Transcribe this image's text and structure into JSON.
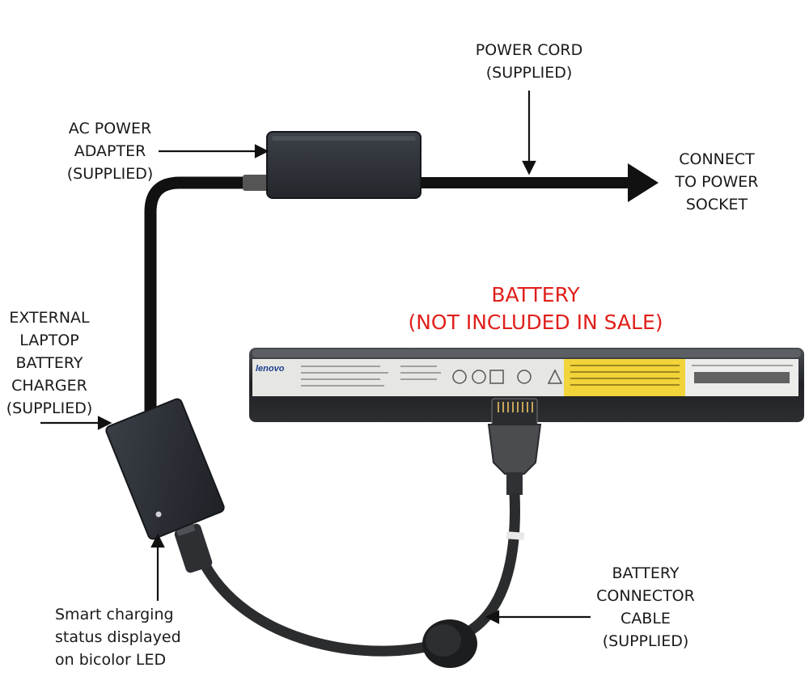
{
  "labels": {
    "power_cord": [
      "POWER CORD",
      "(SUPPLIED)"
    ],
    "ac_adapter": [
      "AC POWER",
      "ADAPTER",
      "(SUPPLIED)"
    ],
    "connect_socket": [
      "CONNECT",
      "TO POWER",
      "SOCKET"
    ],
    "battery": [
      "BATTERY",
      "(NOT INCLUDED IN SALE)"
    ],
    "charger": [
      "EXTERNAL",
      "LAPTOP",
      "BATTERY",
      "CHARGER",
      "(SUPPLIED)"
    ],
    "connector_cable": [
      "BATTERY",
      "CONNECTOR",
      "CABLE",
      "(SUPPLIED)"
    ],
    "led_status": [
      "Smart charging",
      "status displayed",
      "on bicolor LED"
    ]
  },
  "battery_label_text": {
    "brand": "lenovo"
  },
  "colors": {
    "label_text": "#1a1a1a",
    "battery_title": "#e0201b",
    "cord": "#111111",
    "device_body": "#2a2d33",
    "battery_yellow": "#f1d33a"
  },
  "icons": [
    "arrow-icon",
    "led-icon",
    "ferrite-core-icon"
  ]
}
